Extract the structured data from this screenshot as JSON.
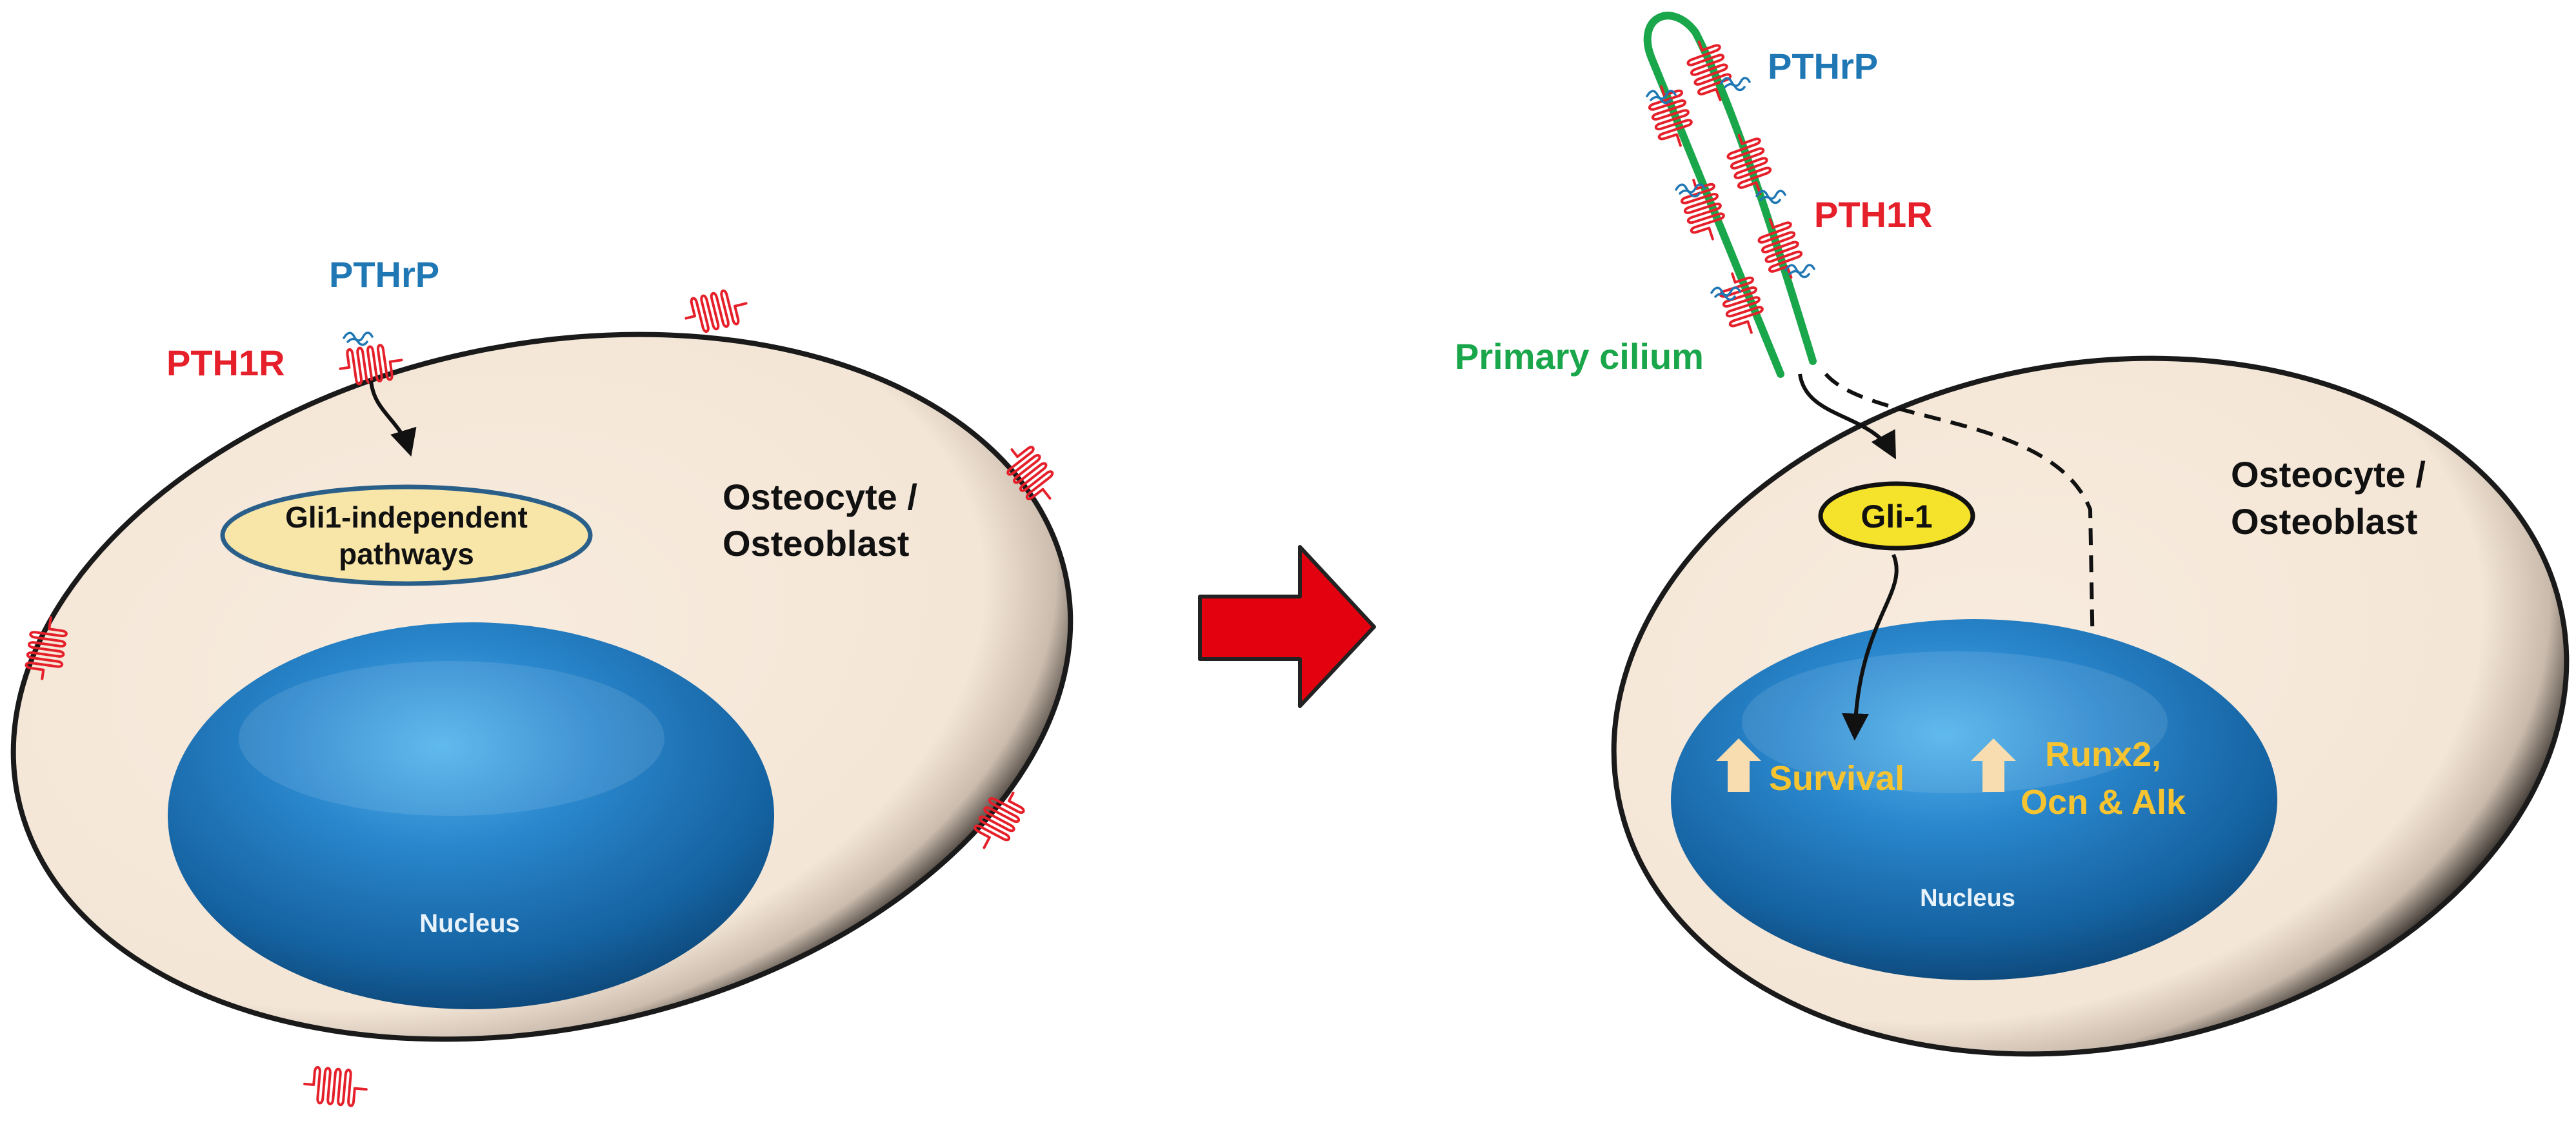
{
  "left_panel": {
    "ligand_label": "PTHrP",
    "receptor_label": "PTH1R",
    "pathway_label_line1": "Gli1-independent",
    "pathway_label_line2": "pathways",
    "cell_label_line1": "Osteocyte /",
    "cell_label_line2": "Osteoblast",
    "nucleus_label": "Nucleus"
  },
  "right_panel": {
    "ligand_label": "PTHrP",
    "receptor_label": "PTH1R",
    "cilium_label": "Primary cilium",
    "gli_label": "Gli-1",
    "cell_label_line1": "Osteocyte /",
    "cell_label_line2": "Osteoblast",
    "outcome1_label": "Survival",
    "outcome2_line1": "Runx2,",
    "outcome2_line2": "Ocn & Alk",
    "nucleus_label": "Nucleus"
  },
  "colors": {
    "cell_fill": "#f5e9dc",
    "cell_edge": "#1a1a1a",
    "nucleus": "#1d6fb0",
    "receptor": "#e5202a",
    "ligand": "#1f77b4",
    "cilium": "#1aa64a",
    "gli_fill": "#f5e22a",
    "pathway_fill": "#f8e6a8",
    "outcome_text": "#f6c431",
    "arrow": "#e3000f"
  }
}
